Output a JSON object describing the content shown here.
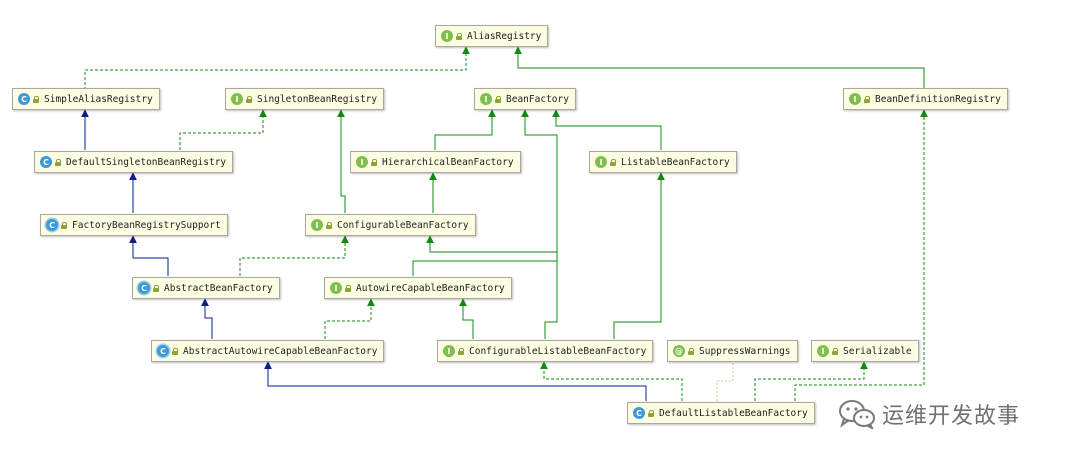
{
  "nodes": [
    {
      "id": "aliasRegistry",
      "kind": "interface",
      "badge": "I",
      "label": "AliasRegistry"
    },
    {
      "id": "simpleAliasRegistry",
      "kind": "class",
      "badge": "C",
      "label": "SimpleAliasRegistry"
    },
    {
      "id": "singletonBeanRegistry",
      "kind": "interface",
      "badge": "I",
      "label": "SingletonBeanRegistry"
    },
    {
      "id": "beanFactory",
      "kind": "interface",
      "badge": "I",
      "label": "BeanFactory"
    },
    {
      "id": "beanDefinitionRegistry",
      "kind": "interface",
      "badge": "I",
      "label": "BeanDefinitionRegistry"
    },
    {
      "id": "defaultSingletonBeanRegistry",
      "kind": "class",
      "badge": "C",
      "label": "DefaultSingletonBeanRegistry"
    },
    {
      "id": "hierarchicalBeanFactory",
      "kind": "interface",
      "badge": "I",
      "label": "HierarchicalBeanFactory"
    },
    {
      "id": "listableBeanFactory",
      "kind": "interface",
      "badge": "I",
      "label": "ListableBeanFactory"
    },
    {
      "id": "factoryBeanRegistrySupport",
      "kind": "abstract",
      "badge": "C",
      "label": "FactoryBeanRegistrySupport"
    },
    {
      "id": "configurableBeanFactory",
      "kind": "interface",
      "badge": "I",
      "label": "ConfigurableBeanFactory"
    },
    {
      "id": "abstractBeanFactory",
      "kind": "abstract",
      "badge": "C",
      "label": "AbstractBeanFactory"
    },
    {
      "id": "autowireCapableBeanFactory",
      "kind": "interface",
      "badge": "I",
      "label": "AutowireCapableBeanFactory"
    },
    {
      "id": "abstractAutowireCapableBeanFactory",
      "kind": "abstract",
      "badge": "C",
      "label": "AbstractAutowireCapableBeanFactory"
    },
    {
      "id": "configurableListableBeanFactory",
      "kind": "interface",
      "badge": "I",
      "label": "ConfigurableListableBeanFactory"
    },
    {
      "id": "suppressWarnings",
      "kind": "annotation",
      "badge": "@",
      "label": "SuppressWarnings"
    },
    {
      "id": "serializable",
      "kind": "interface",
      "badge": "I",
      "label": "Serializable"
    },
    {
      "id": "defaultListableBeanFactory",
      "kind": "class",
      "badge": "C",
      "label": "DefaultListableBeanFactory"
    }
  ],
  "relations": [
    {
      "from": "simpleAliasRegistry",
      "to": "aliasRegistry",
      "type": "implements"
    },
    {
      "from": "beanDefinitionRegistry",
      "to": "aliasRegistry",
      "type": "extends-interface"
    },
    {
      "from": "defaultSingletonBeanRegistry",
      "to": "simpleAliasRegistry",
      "type": "extends"
    },
    {
      "from": "defaultSingletonBeanRegistry",
      "to": "singletonBeanRegistry",
      "type": "implements"
    },
    {
      "from": "hierarchicalBeanFactory",
      "to": "beanFactory",
      "type": "extends-interface"
    },
    {
      "from": "listableBeanFactory",
      "to": "beanFactory",
      "type": "extends-interface"
    },
    {
      "from": "factoryBeanRegistrySupport",
      "to": "defaultSingletonBeanRegistry",
      "type": "extends"
    },
    {
      "from": "configurableBeanFactory",
      "to": "hierarchicalBeanFactory",
      "type": "extends-interface"
    },
    {
      "from": "configurableBeanFactory",
      "to": "singletonBeanRegistry",
      "type": "extends-interface"
    },
    {
      "from": "abstractBeanFactory",
      "to": "factoryBeanRegistrySupport",
      "type": "extends"
    },
    {
      "from": "abstractBeanFactory",
      "to": "configurableBeanFactory",
      "type": "implements"
    },
    {
      "from": "autowireCapableBeanFactory",
      "to": "beanFactory",
      "type": "extends-interface"
    },
    {
      "from": "abstractAutowireCapableBeanFactory",
      "to": "abstractBeanFactory",
      "type": "extends"
    },
    {
      "from": "abstractAutowireCapableBeanFactory",
      "to": "autowireCapableBeanFactory",
      "type": "implements"
    },
    {
      "from": "configurableListableBeanFactory",
      "to": "listableBeanFactory",
      "type": "extends-interface"
    },
    {
      "from": "configurableListableBeanFactory",
      "to": "autowireCapableBeanFactory",
      "type": "extends-interface"
    },
    {
      "from": "configurableListableBeanFactory",
      "to": "configurableBeanFactory",
      "type": "extends-interface"
    },
    {
      "from": "defaultListableBeanFactory",
      "to": "abstractAutowireCapableBeanFactory",
      "type": "extends"
    },
    {
      "from": "defaultListableBeanFactory",
      "to": "configurableListableBeanFactory",
      "type": "implements"
    },
    {
      "from": "defaultListableBeanFactory",
      "to": "beanDefinitionRegistry",
      "type": "implements"
    },
    {
      "from": "defaultListableBeanFactory",
      "to": "serializable",
      "type": "implements"
    },
    {
      "from": "defaultListableBeanFactory",
      "to": "suppressWarnings",
      "type": "annotated-by"
    }
  ],
  "colors": {
    "extends": "#0b1e8c",
    "interface": "#138a13",
    "annotation": "#d9c68c",
    "nodeFill": "#fdfde3"
  },
  "watermark": {
    "text": "运维开发故事",
    "icon": "wechat-icon"
  }
}
